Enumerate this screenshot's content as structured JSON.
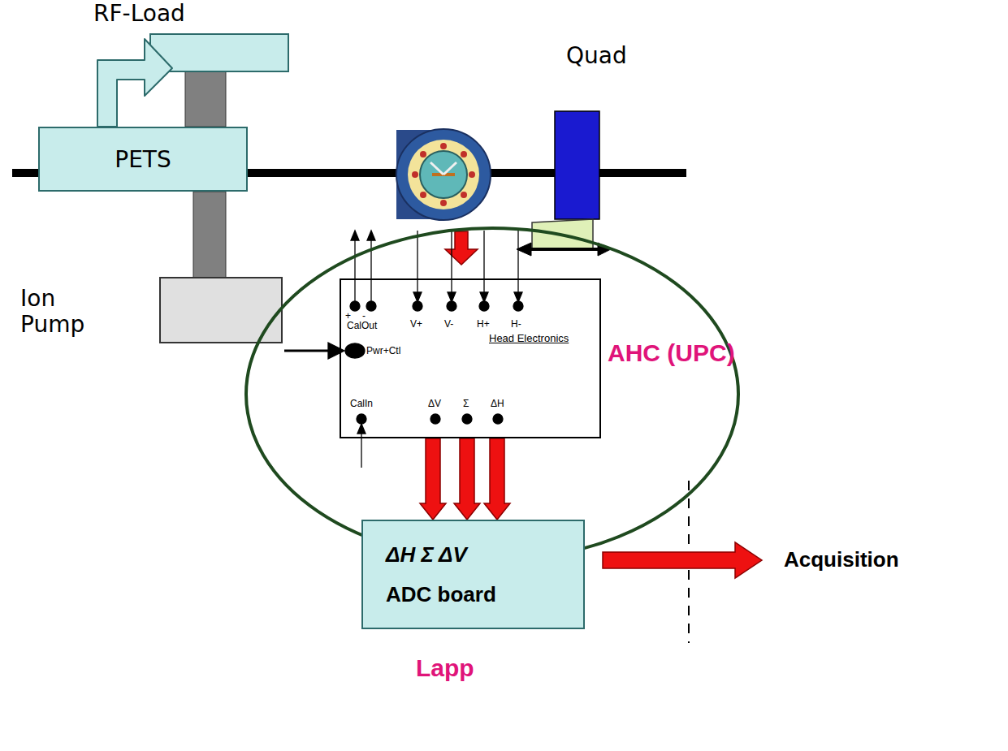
{
  "diagram": {
    "nodes": [
      {
        "text": [
          "PETS"
        ]
      },
      {
        "text": [
          "AHC (UPC)"
        ]
      },
      {
        "text": [
          "Head Electronics"
        ],
        "in": 1
      },
      {
        "text": [
          "ΔH Σ ΔV",
          "ADC board"
        ]
      }
    ],
    "edges": [
      {
        "from": 2,
        "to": 3,
        "arrow": "to"
      },
      {
        "from": 2,
        "to": 3,
        "arrow": "to"
      },
      {
        "from": 2,
        "to": 3,
        "arrow": "to"
      }
    ],
    "labels": [
      "RF-Load",
      "Quad",
      "Ion Pump",
      "+",
      "-",
      "CalOut",
      "V+",
      "V-",
      "H+",
      "H-",
      "Pwr+Ctl",
      "CalIn",
      "ΔV",
      "Σ",
      "ΔH",
      "Lapp",
      "Acquisition"
    ]
  }
}
